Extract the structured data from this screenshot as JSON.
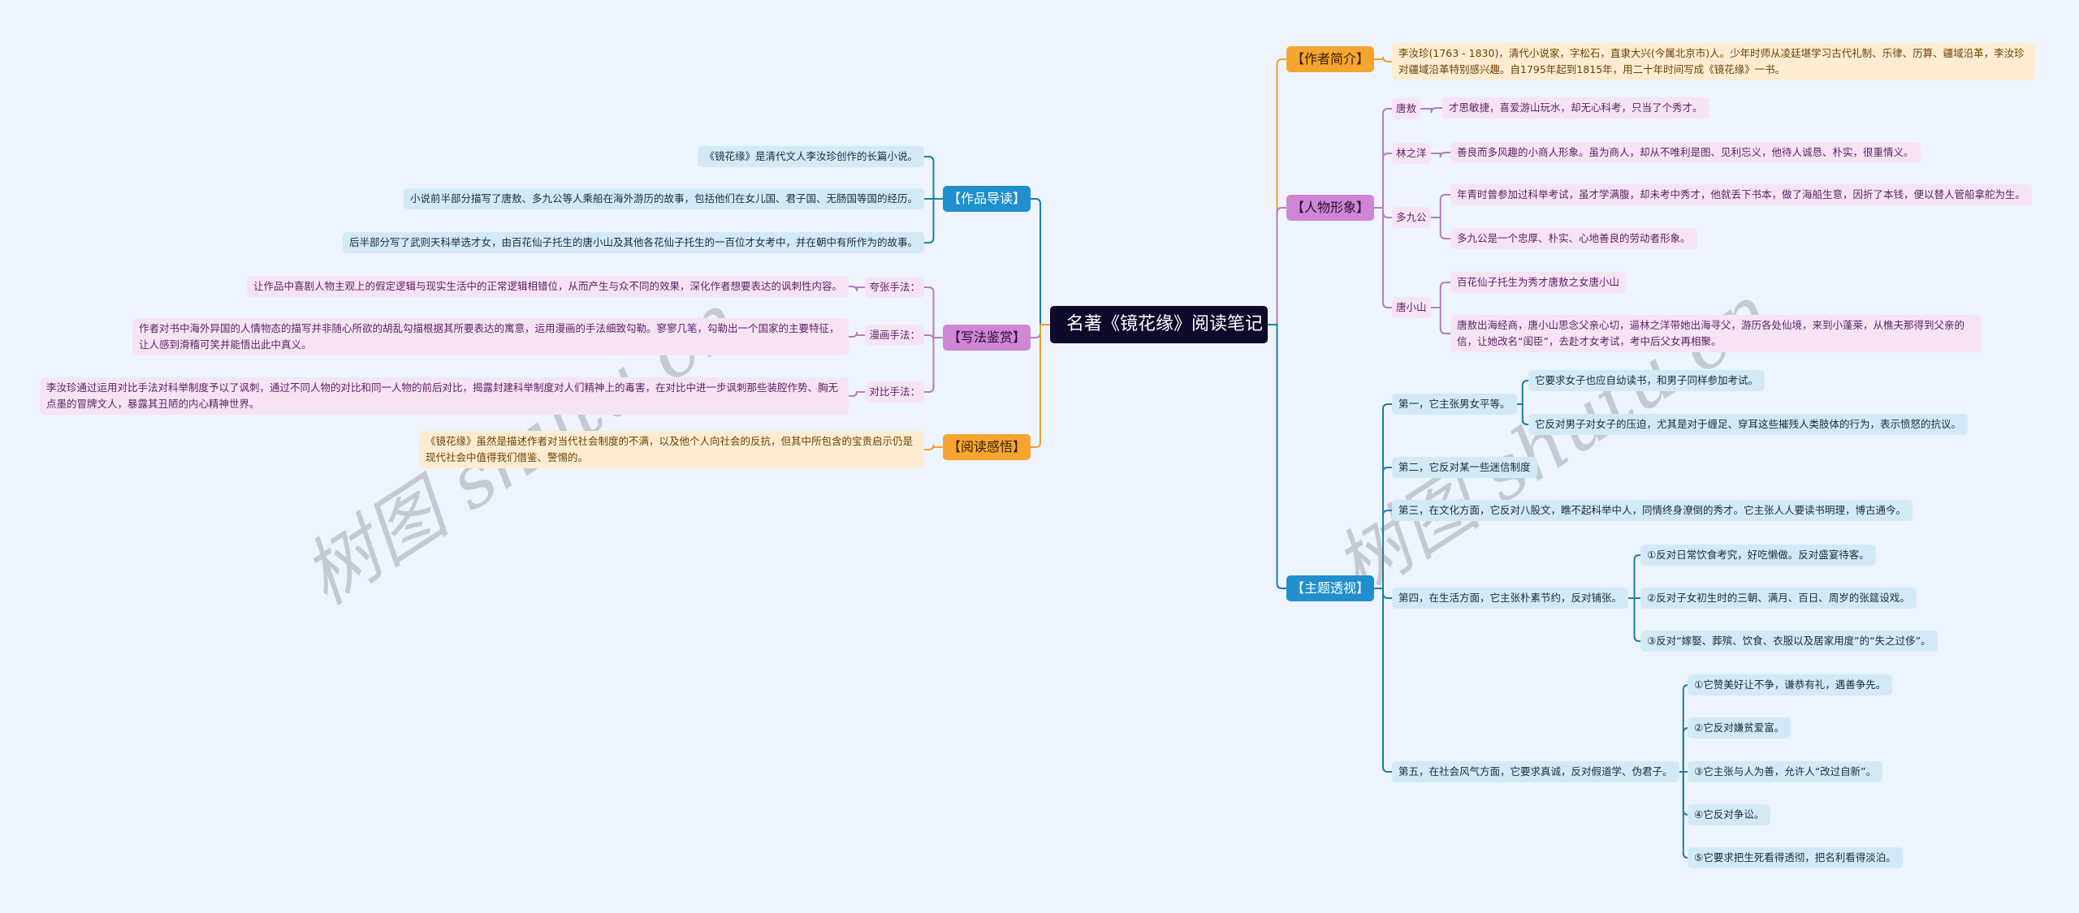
{
  "title": "名著《镜花缘》阅读笔记",
  "watermark": "树图 shutu.cn",
  "colors": {
    "blue": "#1f8fce",
    "purple": "#cf86d6",
    "orange": "#f7a531",
    "root": "#0e0a2b",
    "background": "#eef4fd"
  },
  "intro": {
    "label": "【作品导读】",
    "items": [
      "《镜花缘》是清代文人李汝珍创作的长篇小说。",
      "小说前半部分描写了唐敖、多九公等人乘船在海外游历的故事，包括他们在女儿国、君子国、无肠国等国的经历。",
      "后半部分写了武则天科举选才女，由百花仙子托生的唐小山及其他各花仙子托生的一百位才女考中，并在朝中有所作为的故事。"
    ]
  },
  "style": {
    "label": "【写法鉴赏】",
    "items": [
      {
        "name": "夸张手法：",
        "text": "让作品中喜剧人物主观上的假定逻辑与现实生活中的正常逻辑相错位，从而产生与众不同的效果，深化作者想要表达的讽刺性内容。"
      },
      {
        "name": "漫画手法：",
        "text": "作者对书中海外异国的人情物态的描写并非随心所欲的胡乱勾描根据其所要表达的寓意，运用漫画的手法细致勾勒。寥寥几笔，勾勒出一个国家的主要特征，让人感到滑稽可笑并能悟出此中真义。"
      },
      {
        "name": "对比手法：",
        "text": "李汝珍通过运用对比手法对科举制度予以了讽刺，通过不同人物的对比和同一人物的前后对比，揭露封建科举制度对人们精神上的毒害，在对比中进一步讽刺那些装腔作势、胸无点墨的冒牌文人，暴露其丑陋的内心精神世界。"
      }
    ]
  },
  "feeling": {
    "label": "【阅读感悟】",
    "text": "《镜花缘》虽然是描述作者对当代社会制度的不满，以及他个人向社会的反抗，但其中所包含的宝贵启示仍是现代社会中值得我们借鉴、警惕的。"
  },
  "author": {
    "label": "【作者简介】",
    "text": "李汝珍(1763 - 1830)，清代小说家，字松石，直隶大兴(今属北京市)人。少年时师从凌廷堪学习古代礼制、乐律、历算、疆域沿革，李汝珍对疆域沿革特别感兴趣。自1795年起到1815年，用二十年时间写成《镜花缘》一书。"
  },
  "characters": {
    "label": "【人物形象】",
    "items": [
      {
        "name": "唐敖",
        "texts": [
          "才思敏捷，喜爱游山玩水，却无心科考，只当了个秀才。"
        ]
      },
      {
        "name": "林之洋",
        "texts": [
          "善良而多风趣的小商人形象。虽为商人，却从不唯利是图、见利忘义，他待人诚恳、朴实，很重情义。"
        ]
      },
      {
        "name": "多九公",
        "texts": [
          "年青时曾参加过科举考试，虽才学满腹，却未考中秀才，他就丢下书本，做了海船生意，因折了本钱，便以替人管船拿舵为生。",
          "多九公是一个忠厚、朴实、心地善良的劳动者形象。"
        ]
      },
      {
        "name": "唐小山",
        "texts": [
          "百花仙子托生为秀才唐敖之女唐小山",
          "唐敖出海经商，唐小山思念父亲心切，逼林之洋带她出海寻父，游历各处仙境，来到小蓬莱，从樵夫那得到父亲的信，让她改名“闺臣”，去赴才女考试，考中后父女再相聚。"
        ]
      }
    ]
  },
  "theme": {
    "label": "【主题透视】",
    "items": [
      {
        "text": "第一，它主张男女平等。",
        "children": [
          "它要求女子也应自幼读书，和男子同样参加考试。",
          "它反对男子对女子的压迫，尤其是对于缠足、穿耳这些摧残人类肢体的行为，表示愤怒的抗议。"
        ]
      },
      {
        "text": "第二，它反对某一些迷信制度",
        "children": []
      },
      {
        "text": "第三，在文化方面，它反对八股文，瞧不起科举中人，同情终身潦倒的秀才。它主张人人要读书明理，博古通今。",
        "children": []
      },
      {
        "text": "第四，在生活方面，它主张朴素节约，反对铺张。",
        "children": [
          "①反对日常饮食考究，好吃懒做。反对盛宴待客。",
          "②反对子女初生时的三朝、满月、百日、周岁的张筵设戏。",
          "③反对“嫁娶、葬殡、饮食、衣服以及居家用度”的“失之过侈”。"
        ]
      },
      {
        "text": "第五，在社会风气方面，它要求真诚，反对假道学、伪君子。",
        "children": [
          "①它赞美好让不争，谦恭有礼，遇善争先。",
          "②它反对嫌贫爱富。",
          "③它主张与人为善，允许人“改过自新”。",
          "④它反对争讼。",
          "⑤它要求把生死看得透彻，把名利看得淡泊。"
        ]
      }
    ]
  }
}
